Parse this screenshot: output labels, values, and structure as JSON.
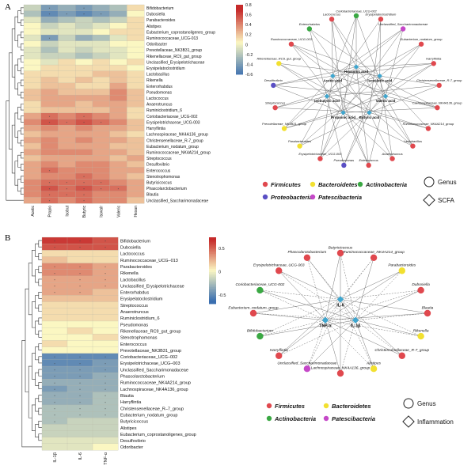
{
  "panels": {
    "A": {
      "letter": "A",
      "rows": [
        "Bifidobacterium",
        "Dubosiella",
        "Parabacteroides",
        "Alistipes",
        "Eubacterium_coprostanoligenes_group",
        "Ruminococcaceae_UCG-013",
        "Odoribacter",
        "Prevotellaceae_NK3B31_group",
        "Rikenellaceae_RC9_gut_group",
        "Unclassified_Erysipelotrichaceae",
        "Erysipelatoclostridium",
        "Lactobacillus",
        "Rikenella",
        "Enterorhabdus",
        "Pseudomonas",
        "Lactococcus",
        "Anaerotruncus",
        "Ruminiclostridium_6",
        "Coriobacteriaceae_UCG-002",
        "Erysipelotrichaceae_UCG-003",
        "Harryflintia",
        "Lachnospiraceae_NK4A136_group",
        "Christensenellaceae_R-7_group",
        "Eubacterium_nodatum_group",
        "Ruminococcaceae_NK4A214_group",
        "Streptococcus",
        "Desulfovibrio",
        "Enterococcus",
        "Stenotrophomonas",
        "Butyricicoccus",
        "Phascolarctobacterium",
        "Blautia",
        "Unclassified_Saccharimonadaceae"
      ],
      "columns": [
        "Acetic",
        "Propio",
        "Isobut",
        "Butyric",
        "Isovalr",
        "Valeric",
        "Hexan"
      ],
      "values": [
        [
          -0.2,
          -0.5,
          -0.4,
          -0.5,
          -0.4,
          -0.3,
          0.1
        ],
        [
          -0.3,
          -0.6,
          -0.5,
          -0.6,
          -0.5,
          -0.4,
          0.0
        ],
        [
          -0.1,
          -0.4,
          -0.3,
          -0.2,
          -0.3,
          -0.2,
          0.1
        ],
        [
          0.0,
          -0.2,
          -0.1,
          -0.2,
          -0.1,
          0.0,
          0.1
        ],
        [
          0.0,
          -0.1,
          -0.1,
          -0.1,
          0.0,
          0.1,
          0.1
        ],
        [
          -0.1,
          -0.5,
          -0.2,
          -0.4,
          -0.3,
          -0.1,
          0.1
        ],
        [
          0.0,
          -0.2,
          -0.1,
          -0.1,
          -0.1,
          0.0,
          0.0
        ],
        [
          -0.1,
          -0.3,
          -0.1,
          -0.2,
          -0.1,
          -0.1,
          0.0
        ],
        [
          -0.1,
          -0.2,
          -0.2,
          -0.3,
          -0.2,
          -0.1,
          0.0
        ],
        [
          0.0,
          -0.1,
          0.1,
          0.0,
          0.1,
          0.0,
          0.1
        ],
        [
          0.0,
          0.1,
          0.1,
          0.1,
          0.1,
          0.1,
          0.0
        ],
        [
          0.1,
          0.1,
          0.1,
          0.1,
          0.2,
          0.2,
          0.1
        ],
        [
          0.1,
          0.2,
          0.1,
          0.2,
          0.1,
          0.2,
          0.1
        ],
        [
          0.1,
          0.2,
          0.2,
          0.1,
          0.1,
          0.3,
          0.1
        ],
        [
          0.2,
          0.3,
          0.2,
          0.2,
          0.2,
          0.4,
          0.2
        ],
        [
          0.2,
          0.3,
          0.3,
          0.3,
          0.3,
          0.4,
          0.2
        ],
        [
          0.1,
          0.3,
          0.3,
          0.2,
          0.3,
          0.3,
          0.2
        ],
        [
          0.1,
          0.2,
          0.2,
          0.2,
          0.2,
          0.3,
          0.1
        ],
        [
          0.3,
          0.5,
          0.4,
          0.5,
          0.4,
          0.3,
          0.1
        ],
        [
          0.4,
          0.6,
          0.5,
          0.6,
          0.5,
          0.4,
          0.2
        ],
        [
          0.3,
          0.4,
          0.3,
          0.4,
          0.3,
          0.3,
          0.2
        ],
        [
          0.2,
          0.3,
          0.3,
          0.3,
          0.3,
          0.2,
          0.1
        ],
        [
          0.3,
          0.4,
          0.3,
          0.4,
          0.3,
          0.3,
          0.2
        ],
        [
          0.2,
          0.4,
          0.3,
          0.3,
          0.3,
          0.2,
          0.2
        ],
        [
          0.3,
          0.4,
          0.4,
          0.4,
          0.3,
          0.3,
          0.2
        ],
        [
          0.2,
          0.3,
          0.3,
          0.3,
          0.3,
          0.2,
          0.3
        ],
        [
          0.3,
          0.4,
          0.3,
          0.4,
          0.4,
          0.3,
          0.2
        ],
        [
          0.3,
          0.5,
          0.4,
          0.4,
          0.4,
          0.3,
          0.3
        ],
        [
          0.3,
          0.4,
          0.4,
          0.5,
          0.4,
          0.3,
          0.2
        ],
        [
          0.4,
          0.5,
          0.5,
          0.5,
          0.5,
          0.4,
          0.3
        ],
        [
          0.4,
          0.6,
          0.5,
          0.6,
          0.5,
          0.5,
          0.3
        ],
        [
          0.4,
          0.5,
          0.5,
          0.5,
          0.4,
          0.4,
          0.3
        ],
        [
          0.3,
          0.5,
          0.4,
          0.5,
          0.4,
          0.4,
          0.2
        ]
      ],
      "scale_ticks": [
        "0.8",
        "0.6",
        "0.4",
        "0.2",
        "0",
        "-0.2",
        "-0.4",
        "-0.6"
      ],
      "network_nodes": [
        {
          "label": "Coriobacteriaceae_UCG-002",
          "phylum": "Actinobacteria"
        },
        {
          "label": "Erysipelatoclostridium",
          "phylum": "Firmicutes"
        },
        {
          "label": "Unclassified_Saccharimonadaceae",
          "phylum": "Patescibacteria"
        },
        {
          "label": "Eubacterium_nodatum_group",
          "phylum": "Firmicutes"
        },
        {
          "label": "Harryflintia",
          "phylum": "Firmicutes"
        },
        {
          "label": "Christensenellaceae_R-7_group",
          "phylum": "Firmicutes"
        },
        {
          "label": "Lachnospiraceae_NK4A136_group",
          "phylum": "Firmicutes"
        },
        {
          "label": "Ruminococcaceae_NK4A214_group",
          "phylum": "Firmicutes"
        },
        {
          "label": "Lactobacillus",
          "phylum": "Firmicutes"
        },
        {
          "label": "Anaerotruncus",
          "phylum": "Firmicutes"
        },
        {
          "label": "Enterococcus",
          "phylum": "Firmicutes"
        },
        {
          "label": "Pseudomonas",
          "phylum": "Proteobacteria"
        },
        {
          "label": "Erysipelotrichaceae_UCG-003",
          "phylum": "Firmicutes"
        },
        {
          "label": "Parabacteroides",
          "phylum": "Bacteroidetes"
        },
        {
          "label": "Prevotellaceae_NK3B31_group",
          "phylum": "Bacteroidetes"
        },
        {
          "label": "Streptococcus",
          "phylum": "Firmicutes"
        },
        {
          "label": "Desulfovibrio",
          "phylum": "Proteobacteria"
        },
        {
          "label": "Rikenellaceae_RC9_gut_group",
          "phylum": "Bacteroidetes"
        },
        {
          "label": "Ruminococcaceae_UCG-003",
          "phylum": "Firmicutes"
        },
        {
          "label": "Enterorhabdus",
          "phylum": "Actinobacteria"
        },
        {
          "label": "Lactococcus",
          "phylum": "Firmicutes"
        },
        {
          "label": "Hexanoic acid",
          "phylum": "SCFA"
        },
        {
          "label": "Isovaleric acid",
          "phylum": "SCFA"
        },
        {
          "label": "Valeric acid",
          "phylum": "SCFA"
        },
        {
          "label": "Butyric acid",
          "phylum": "SCFA"
        },
        {
          "label": "Propionic acid",
          "phylum": "SCFA"
        },
        {
          "label": "Isobutyric acid",
          "phylum": "SCFA"
        },
        {
          "label": "Acetic acid",
          "phylum": "SCFA"
        }
      ],
      "legend": {
        "firmicutes": "Firmicutes",
        "bacteroidetes": "Bacteroidetes",
        "actinobacteria": "Actinobacteria",
        "proteobacteria": "Proteobacteria",
        "patescibacteria": "Patescibacteria",
        "genus": "Genus",
        "hub": "SCFA"
      }
    },
    "B": {
      "letter": "B",
      "rows": [
        "Bifidobacterium",
        "Dubosiella",
        "Lactococcus",
        "Ruminococcaceae_UCG–013",
        "Parabacteroides",
        "Rikenella",
        "Lactobacillus",
        "Unclassified_Erysipelotrichaceae",
        "Enterorhabdus",
        "Erysipelatoclostridium",
        "Streptococcus",
        "Anaerotruncus",
        "Ruminiclostridium_6",
        "Pseudomonas",
        "Rikenellaceae_RC9_gut_group",
        "Stenotrophomonas",
        "Enterococcus",
        "Prevotellaceae_NK3B31_group",
        "Coriobacteriaceae_UCG–002",
        "Erysipelotrichaceae_UCG–003",
        "Unclassified_Saccharimonadaceae",
        "Phascolarctobacterium",
        "Ruminococcaceae_NK4A214_group",
        "Lachnospiraceae_NK4A136_group",
        "Blautia",
        "Harryflintia",
        "Christensenellaceae_R–7_group",
        "Eubacterium_nodatum_group",
        "Butyricicoccus",
        "Alistipes",
        "Eubacterium_coprostanoligenes_group",
        "Desulfovibrio",
        "Odoribacter"
      ],
      "columns": [
        "IL-1β",
        "IL-6",
        "TNF-α"
      ],
      "values": [
        [
          0.7,
          0.7,
          0.6
        ],
        [
          0.6,
          0.6,
          0.6
        ],
        [
          0.1,
          0.1,
          0.1
        ],
        [
          0.2,
          0.1,
          0.1
        ],
        [
          0.4,
          0.4,
          0.3
        ],
        [
          0.4,
          0.4,
          0.3
        ],
        [
          0.3,
          0.3,
          0.3
        ],
        [
          0.3,
          0.3,
          0.3
        ],
        [
          0.3,
          0.3,
          0.2
        ],
        [
          0.2,
          0.2,
          0.2
        ],
        [
          0.1,
          0.1,
          0.1
        ],
        [
          0.1,
          0.1,
          0.1
        ],
        [
          0.1,
          0.1,
          0.1
        ],
        [
          0.0,
          0.0,
          0.0
        ],
        [
          0.0,
          0.1,
          0.0
        ],
        [
          0.0,
          0.0,
          0.1
        ],
        [
          0.1,
          0.0,
          0.0
        ],
        [
          0.0,
          0.0,
          0.0
        ],
        [
          -0.6,
          -0.6,
          -0.6
        ],
        [
          -0.6,
          -0.6,
          -0.5
        ],
        [
          -0.5,
          -0.5,
          -0.5
        ],
        [
          -0.5,
          -0.5,
          -0.4
        ],
        [
          -0.4,
          -0.4,
          -0.4
        ],
        [
          -0.5,
          -0.4,
          -0.4
        ],
        [
          -0.4,
          -0.4,
          -0.3
        ],
        [
          -0.4,
          -0.4,
          -0.3
        ],
        [
          -0.3,
          -0.3,
          -0.3
        ],
        [
          -0.3,
          -0.3,
          -0.3
        ],
        [
          -0.3,
          -0.2,
          -0.2
        ],
        [
          -0.2,
          -0.2,
          -0.2
        ],
        [
          -0.2,
          -0.2,
          -0.2
        ],
        [
          -0.1,
          -0.1,
          -0.1
        ],
        [
          -0.1,
          -0.1,
          0.0
        ]
      ],
      "scale_ticks": [
        "0.5",
        "0",
        "-0.5"
      ],
      "network_nodes": [
        {
          "label": "Butyricicoccus",
          "phylum": "Firmicutes"
        },
        {
          "label": "Ruminococcaceae_NK4A214_group",
          "phylum": "Firmicutes"
        },
        {
          "label": "Parabacteroides",
          "phylum": "Bacteroidetes"
        },
        {
          "label": "Dubosiella",
          "phylum": "Firmicutes"
        },
        {
          "label": "Blautia",
          "phylum": "Firmicutes"
        },
        {
          "label": "Rikenella",
          "phylum": "Bacteroidetes"
        },
        {
          "label": "Christensenellaceae_R-7_group",
          "phylum": "Firmicutes"
        },
        {
          "label": "Alistipes",
          "phylum": "Bacteroidetes"
        },
        {
          "label": "Lachnospiraceae_NK4A136_group",
          "phylum": "Firmicutes"
        },
        {
          "label": "Unclassified_Saccharimonadaceae",
          "phylum": "Patescibacteria"
        },
        {
          "label": "Harryflintia",
          "phylum": "Firmicutes"
        },
        {
          "label": "Bifidobacterium",
          "phylum": "Actinobacteria"
        },
        {
          "label": "Eubacterium_nodatum_group",
          "phylum": "Firmicutes"
        },
        {
          "label": "Coriobacteriaceae_UCG-002",
          "phylum": "Actinobacteria"
        },
        {
          "label": "Erysipelotrichaceae_UCG-003",
          "phylum": "Firmicutes"
        },
        {
          "label": "Phascolarctobacterium",
          "phylum": "Firmicutes"
        },
        {
          "label": "IL-6",
          "phylum": "Inflammation"
        },
        {
          "label": "IL-1β",
          "phylum": "Inflammation"
        },
        {
          "label": "TNF-α",
          "phylum": "Inflammation"
        }
      ],
      "legend": {
        "firmicutes": "Firmicutes",
        "bacteroidetes": "Bacteroidetes",
        "actinobacteria": "Actinobacteria",
        "patescibacteria": "Patescibacteria",
        "genus": "Genus",
        "hub": "Inflammation"
      }
    }
  },
  "colors": {
    "firmicutes": "#e0484e",
    "bacteroidetes": "#f2e030",
    "actinobacteria": "#3aa843",
    "proteobacteria": "#5a4fc4",
    "patescibacteria": "#c548c8",
    "hub": "#3ea6cf",
    "low": "#3b6fb0",
    "mid": "#fbf7c2",
    "high": "#c62b2b"
  }
}
